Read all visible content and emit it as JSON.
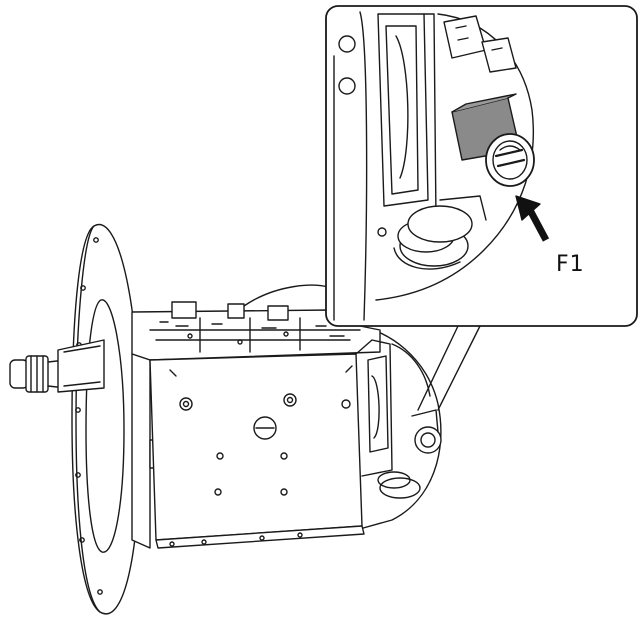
{
  "figure": {
    "callout_label": "F1",
    "line_color": "#1a1a1a",
    "fuse_fill": "#8a8a8a",
    "arrow_fill": "#111111",
    "icons": [
      "camera-housing-drawing",
      "mounting-plate",
      "cable-gland",
      "fuse-holder",
      "pointer-arrow"
    ]
  }
}
